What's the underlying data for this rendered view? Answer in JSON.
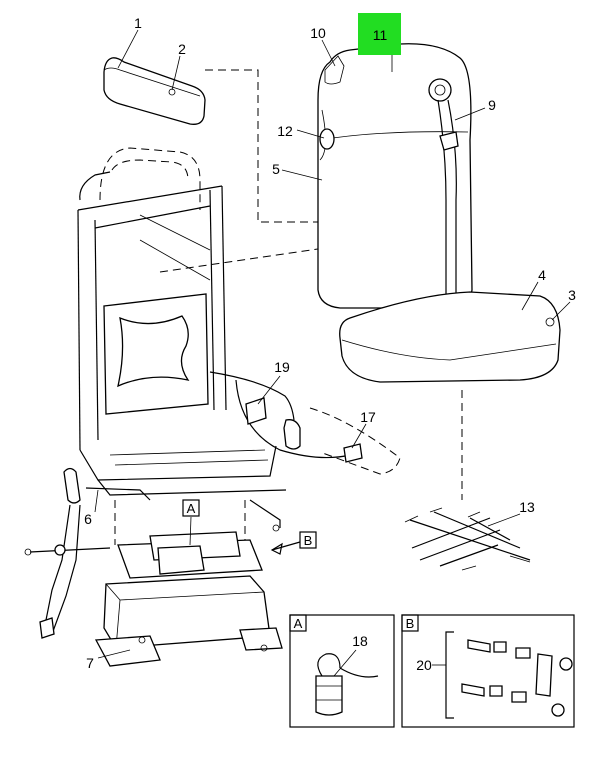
{
  "callouts": {
    "c1": "1",
    "c2": "2",
    "c3": "3",
    "c4": "4",
    "c5": "5",
    "c6": "6",
    "c7": "7",
    "c9": "9",
    "c10": "10",
    "c11": "11",
    "c12": "12",
    "c13": "13",
    "c17": "17",
    "c18": "18",
    "c19": "19",
    "c20": "20"
  },
  "detail_tags": {
    "a": "A",
    "b": "B"
  },
  "colors": {
    "highlight": "#22dd22",
    "line": "#000000"
  }
}
